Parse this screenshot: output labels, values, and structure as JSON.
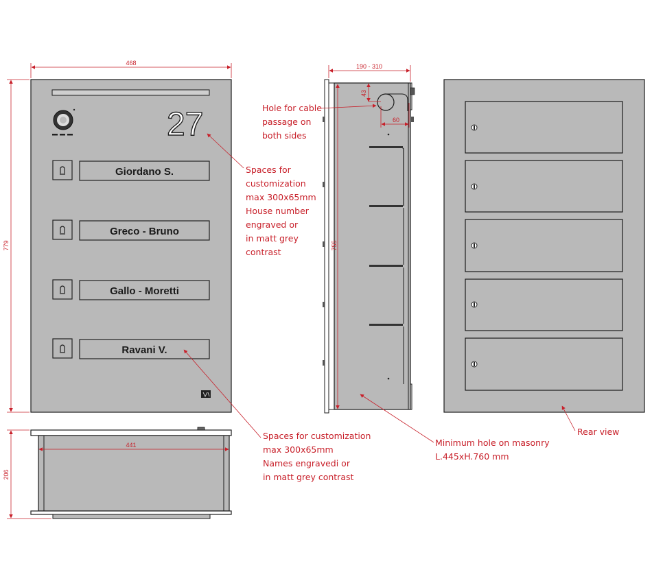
{
  "front_view": {
    "width_label": "468",
    "height_label": "779",
    "house_number": "27",
    "nameplates": [
      "Giordano S.",
      "Greco - Bruno",
      "Gallo - Moretti",
      "Ravani V."
    ]
  },
  "side_view": {
    "depth_label": "190 - 310",
    "height_label": "755",
    "hole_offset_label": "43",
    "hole_size_label": "60"
  },
  "bottom_view": {
    "width_label": "441",
    "depth_label": "206"
  },
  "rear_view": {
    "doors": 5
  },
  "annotations": {
    "hole_cable": [
      "Hole for cable",
      "passage on",
      "both sides"
    ],
    "spaces_house": [
      "Spaces for",
      "customization",
      "max 300x65mm",
      "House number",
      "engraved or",
      "in matt grey",
      "contrast"
    ],
    "spaces_names": [
      "Spaces for customization",
      "max 300x65mm",
      "Names engravedi or",
      "in matt grey contrast"
    ],
    "min_hole": [
      "Minimum hole on masonry",
      "L.445xH.760 mm"
    ],
    "rear_view": [
      "Rear view"
    ]
  },
  "colors": {
    "panel": "#b9b9b9",
    "outline": "#1a1a1a",
    "annotation": "#c8202a"
  }
}
